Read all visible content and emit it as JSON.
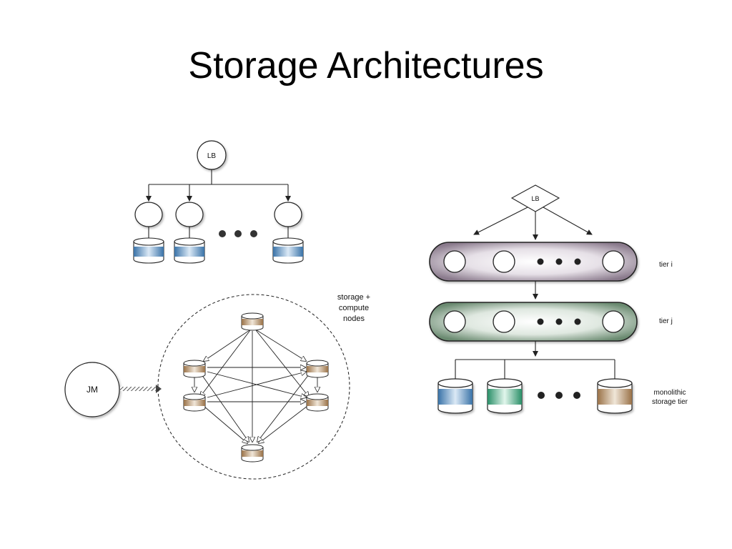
{
  "slide": {
    "title": "Storage Architectures"
  },
  "diagram_a": {
    "load_balancer_label": "LB"
  },
  "diagram_b": {
    "job_manager_label": "JM",
    "cluster_caption": [
      "storage +",
      "compute",
      "nodes"
    ]
  },
  "diagram_c": {
    "load_balancer_label": "LB",
    "tier_i_label": "tier i",
    "tier_j_label": "tier j",
    "storage_caption": [
      "monolithic",
      "storage tier"
    ]
  },
  "colors": {
    "blue_disk": "#3f7fb6",
    "green_disk": "#2f9a72",
    "brown_disk": "#a07a4e",
    "tier_i_fill": "#8d7c8e",
    "tier_j_fill": "#6f8c74"
  }
}
